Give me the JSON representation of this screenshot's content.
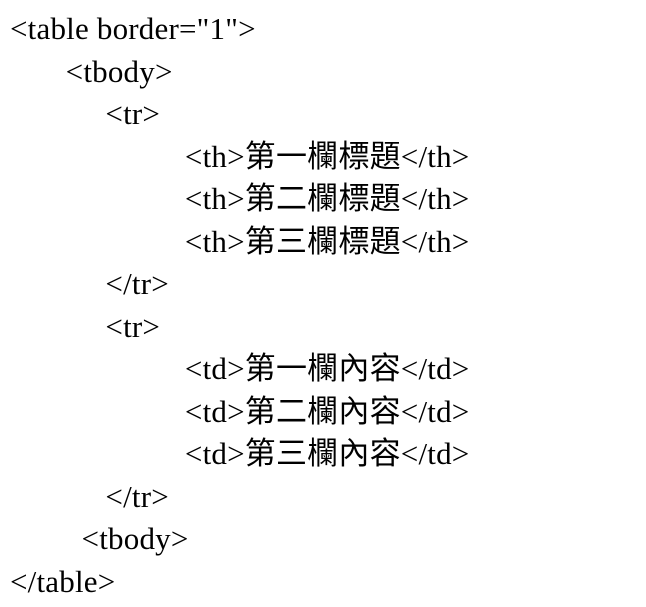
{
  "code": {
    "language": "html",
    "lines": [
      "<table border=\"1\">",
      "       <tbody>",
      "            <tr>",
      "                      <th>第一欄標題</th>",
      "                      <th>第二欄標題</th>",
      "                      <th>第三欄標題</th>",
      "            </tr>",
      "            <tr>",
      "                      <td>第一欄內容</td>",
      "                      <td>第二欄內容</td>",
      "                      <td>第三欄內容</td>",
      "            </tr>",
      "         <tbody>",
      "</table>"
    ]
  }
}
